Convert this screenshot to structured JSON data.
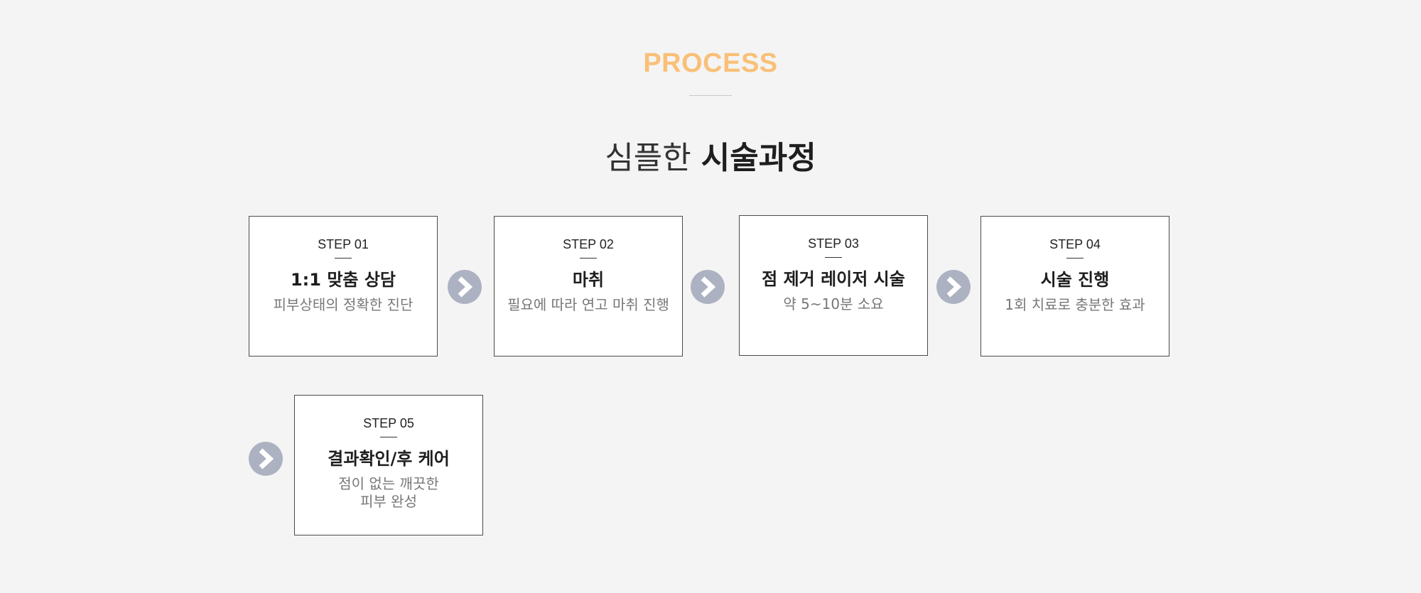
{
  "header": {
    "eyebrow": "PROCESS",
    "title_light": "심플한",
    "title_bold": "시술과정"
  },
  "colors": {
    "eyebrow": "#f9c078",
    "arrow": "#adb2c2",
    "background": "#f4f4f4"
  },
  "arrow_icon": "chevron-right-icon",
  "steps": [
    {
      "label": "STEP 01",
      "title": "1:1 맞춤 상담",
      "desc_line1": "피부상태의 정확한 진단",
      "desc_line2": ""
    },
    {
      "label": "STEP 02",
      "title": "마취",
      "desc_line1": "필요에 따라 연고 마취 진행",
      "desc_line2": ""
    },
    {
      "label": "STEP 03",
      "title": "점 제거 레이저 시술",
      "desc_line1": "약 5~10분 소요",
      "desc_line2": ""
    },
    {
      "label": "STEP 04",
      "title": "시술 진행",
      "desc_line1": "1회 치료로 충분한 효과",
      "desc_line2": ""
    },
    {
      "label": "STEP 05",
      "title": "결과확인/후 케어",
      "desc_line1": "점이 없는 깨끗한",
      "desc_line2": "피부 완성"
    }
  ]
}
